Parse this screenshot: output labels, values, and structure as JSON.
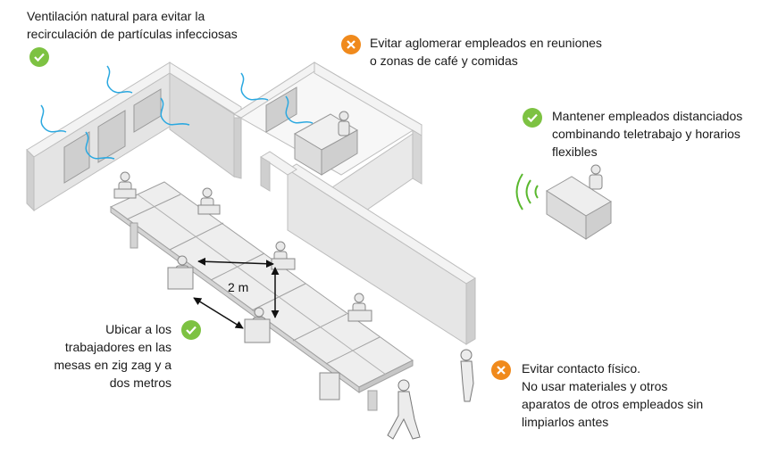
{
  "colors": {
    "check": "#7dc242",
    "cross": "#f08a1c",
    "airflow": "#2aa8e0",
    "signal": "#5ab82e",
    "wall_top": "#f4f4f4",
    "wall_side": "#d6d6d6",
    "wall_front": "#e6e6e6",
    "table": "#ececec"
  },
  "captions": {
    "ventilation": {
      "icon": "check-icon",
      "lines": [
        "Ventilación natural para evitar la",
        "recirculación de partículas infecciosas"
      ]
    },
    "crowding": {
      "icon": "cross-icon",
      "lines": [
        "Evitar aglomerar empleados en reuniones",
        "o zonas de café y comidas"
      ]
    },
    "distancing": {
      "icon": "check-icon",
      "lines": [
        "Mantener empleados distanciados",
        "combinando teletrabajo y horarios",
        "flexibles"
      ]
    },
    "zigzag": {
      "icon": "check-icon",
      "lines": [
        "Ubicar a los",
        "trabajadores en las",
        "mesas en zig zag y a",
        "dos metros"
      ]
    },
    "contact": {
      "icon": "cross-icon",
      "lines": [
        "Evitar contacto físico.",
        "No usar materiales y otros",
        "aparatos de otros empleados sin",
        "limpiarlos antes"
      ]
    }
  },
  "distance_label": "2 m"
}
